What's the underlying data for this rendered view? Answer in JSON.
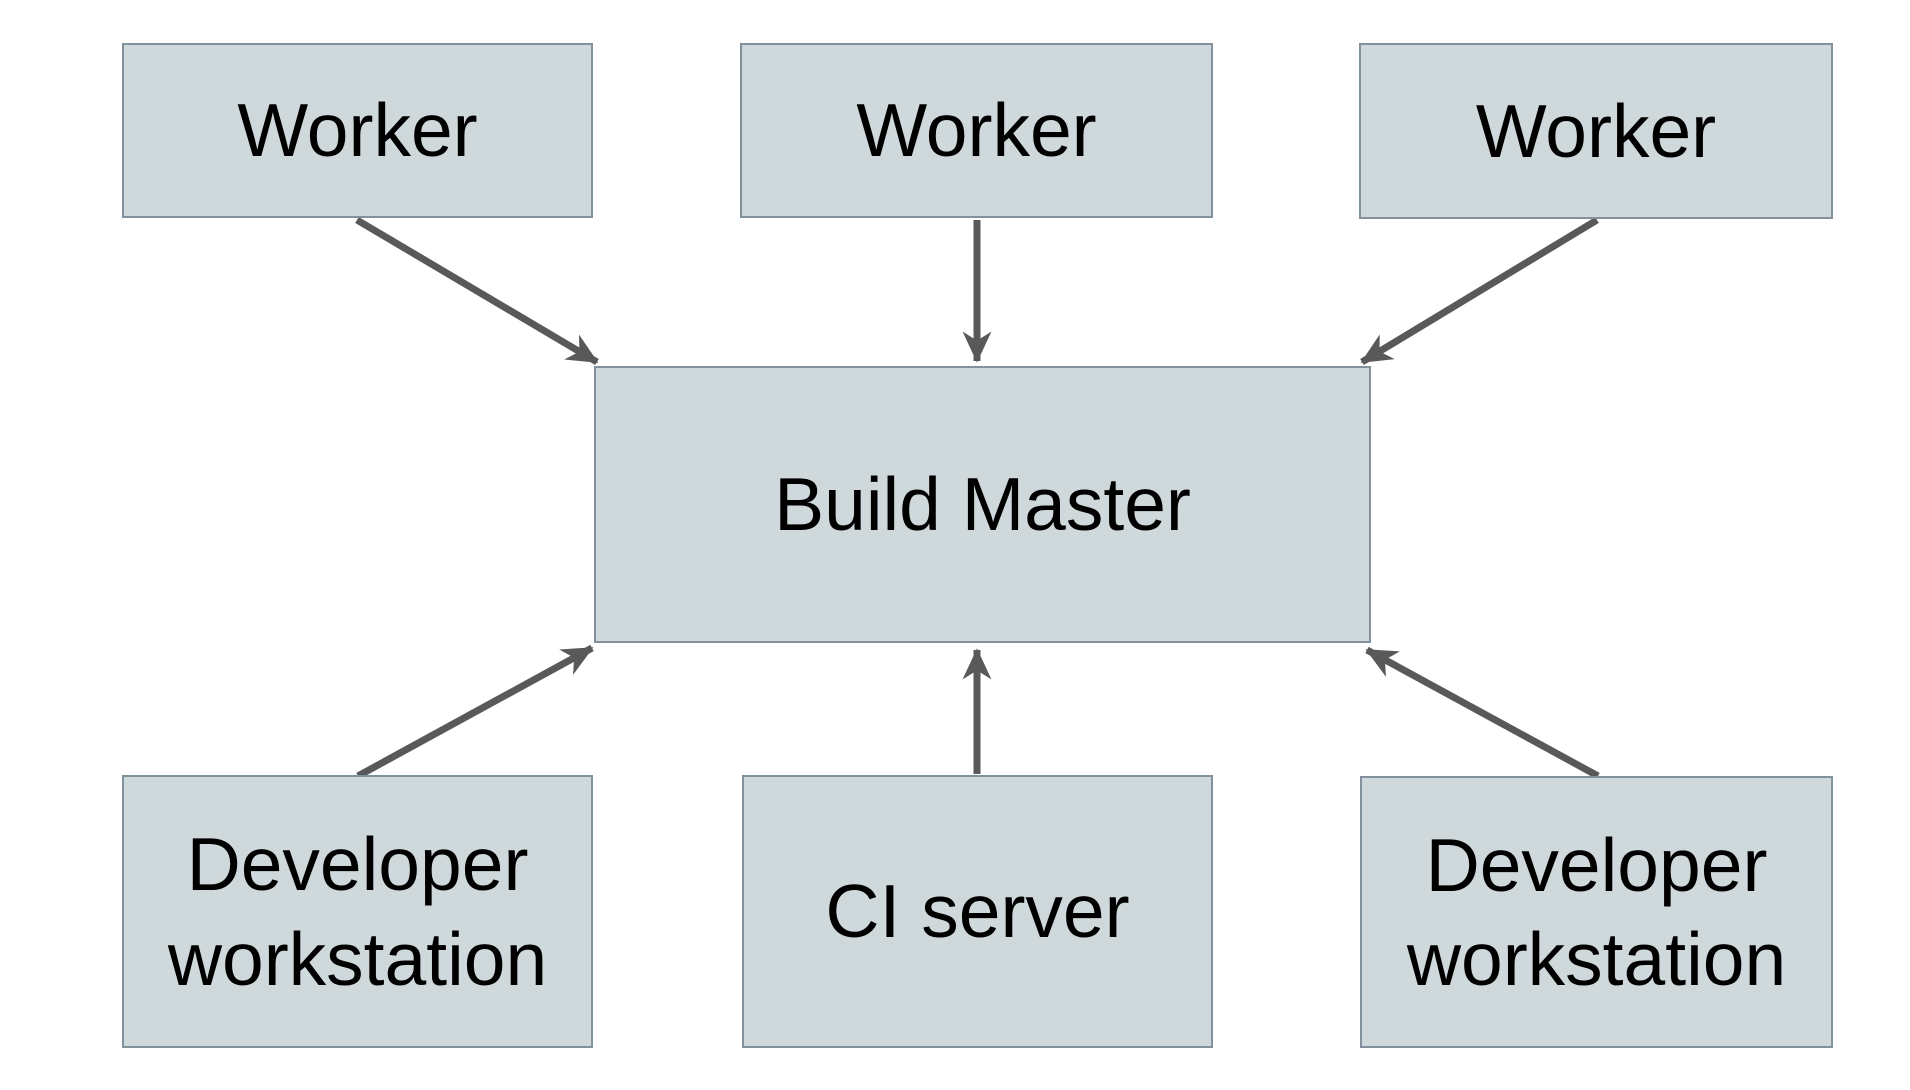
{
  "diagram": {
    "nodes": [
      {
        "id": "worker-1",
        "label": "Worker"
      },
      {
        "id": "worker-2",
        "label": "Worker"
      },
      {
        "id": "worker-3",
        "label": "Worker"
      },
      {
        "id": "build-master",
        "label": "Build Master"
      },
      {
        "id": "dev-left",
        "label": "Developer workstation"
      },
      {
        "id": "ci-server",
        "label": "CI server"
      },
      {
        "id": "dev-right",
        "label": "Developer workstation"
      }
    ],
    "edges": [
      {
        "from": "worker-1",
        "to": "build-master"
      },
      {
        "from": "worker-2",
        "to": "build-master"
      },
      {
        "from": "worker-3",
        "to": "build-master"
      },
      {
        "from": "dev-left",
        "to": "build-master"
      },
      {
        "from": "ci-server",
        "to": "build-master"
      },
      {
        "from": "dev-right",
        "to": "build-master"
      }
    ],
    "colors": {
      "node_fill": "#cfd8da",
      "node_border": "#81929d",
      "arrow": "#595959",
      "text": "#000000",
      "background": "#ffffff"
    }
  }
}
